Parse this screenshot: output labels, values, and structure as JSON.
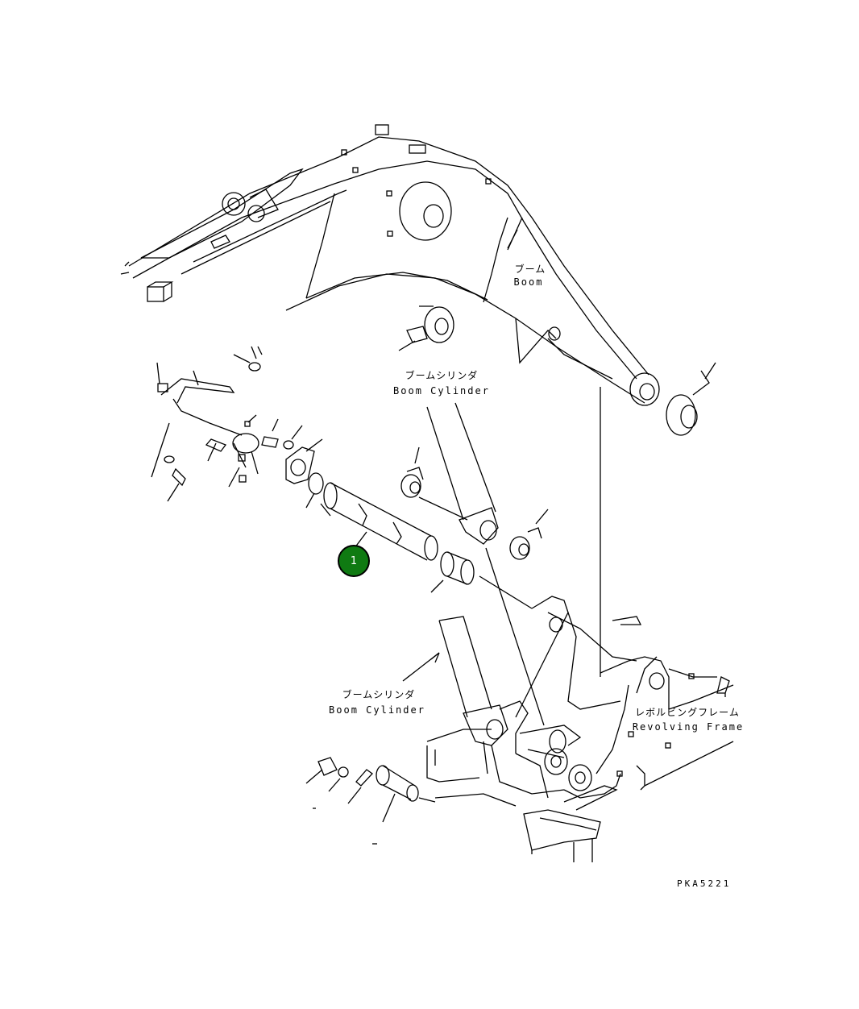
{
  "labels": {
    "boom_jp": "ブーム",
    "boom_en": "Boom",
    "boom_cylinder_top_jp": "ブームシリンダ",
    "boom_cylinder_top_en": "Boom Cylinder",
    "boom_cylinder_bottom_jp": "ブームシリンダ",
    "boom_cylinder_bottom_en": "Boom Cylinder",
    "revolving_frame_jp": "レボルビングフレーム",
    "revolving_frame_en": "Revolving Frame"
  },
  "callouts": [
    {
      "number": "1",
      "color": "#0f7a12"
    }
  ],
  "drawing_code": "PKA5221"
}
